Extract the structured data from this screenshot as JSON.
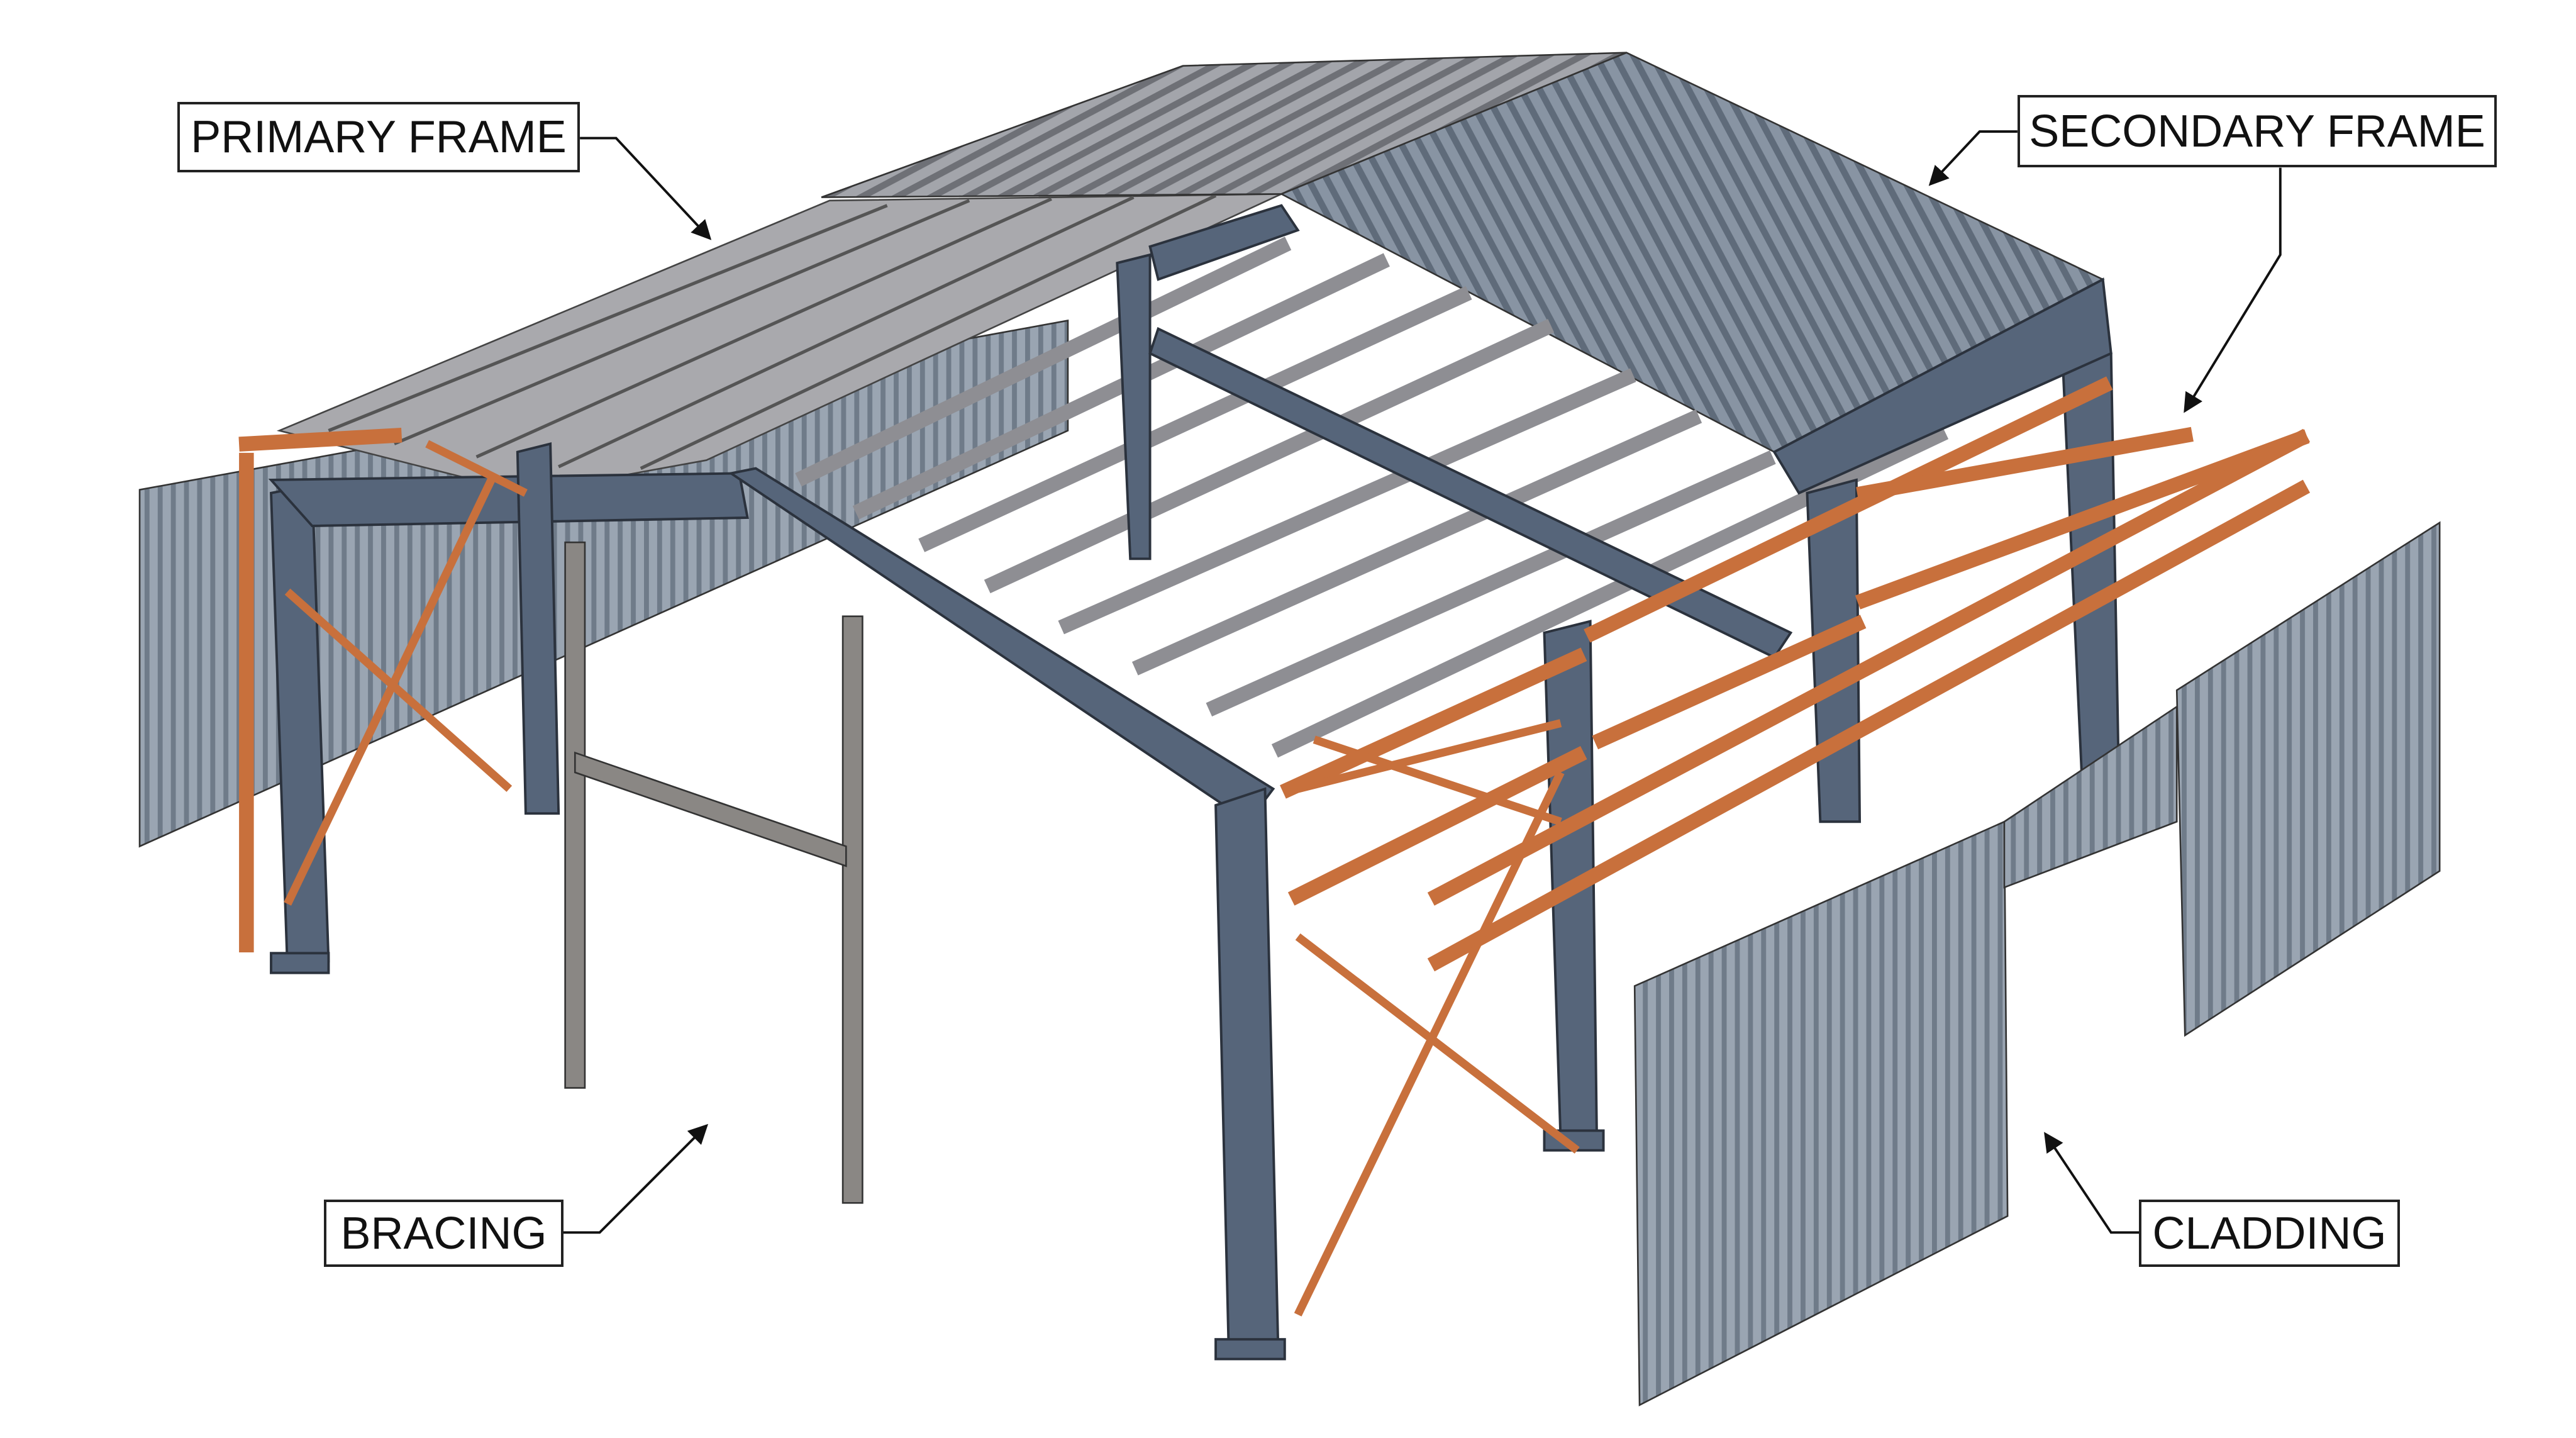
{
  "labels": {
    "primary_frame": "PRIMARY FRAME",
    "secondary_frame": "SECONDARY FRAME",
    "bracing": "BRACING",
    "cladding": "CLADDING"
  },
  "colors": {
    "primary_steel": "#56657a",
    "secondary_steel": "#d9854f",
    "purlin_gray": "#a9a9ad",
    "cladding": "#8e9aa8",
    "roof_left": "#9a9ca2",
    "roof_right": "#7d8a99"
  }
}
